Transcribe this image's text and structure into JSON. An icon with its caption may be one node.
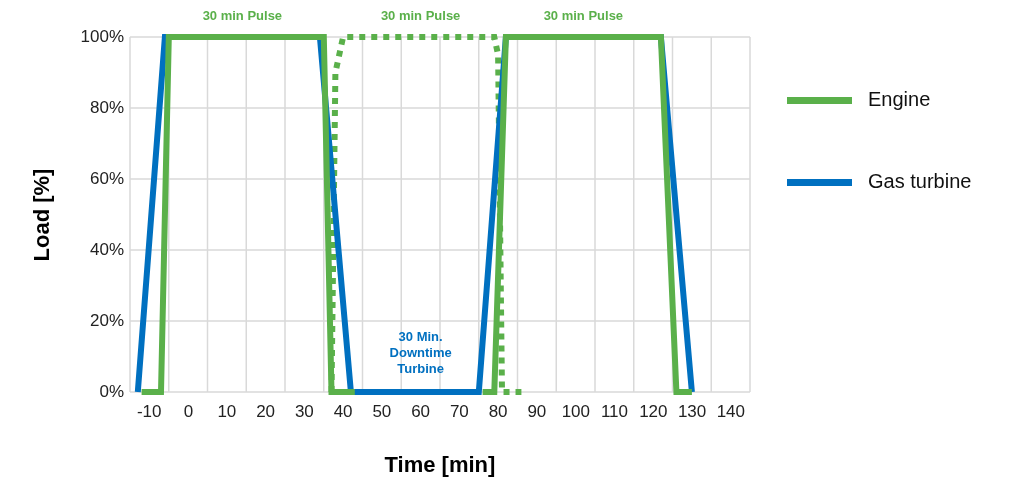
{
  "diagram": {
    "chart_data": {
      "type": "line",
      "xlabel": "Time [min]",
      "ylabel": "Load [%]",
      "grid": true,
      "legend": "right",
      "xlim": [
        -15,
        145
      ],
      "ylim": [
        0,
        100
      ],
      "xticks": [
        -10,
        0,
        10,
        20,
        30,
        40,
        50,
        60,
        70,
        80,
        90,
        100,
        110,
        120,
        130,
        140
      ],
      "yticks": [
        {
          "value": 0,
          "label": "0%"
        },
        {
          "value": 20,
          "label": "20%"
        },
        {
          "value": 40,
          "label": "40%"
        },
        {
          "value": 60,
          "label": "60%"
        },
        {
          "value": 80,
          "label": "80%"
        },
        {
          "value": 100,
          "label": "100%"
        }
      ],
      "series": [
        {
          "name": "Engine",
          "color": "#5ab04a",
          "x": [
            -12,
            -7,
            -5,
            35,
            37,
            43,
            null,
            76,
            79,
            82,
            122,
            126,
            130
          ],
          "values": [
            0,
            0,
            100,
            100,
            0,
            0,
            null,
            0,
            0,
            100,
            100,
            0,
            0
          ]
        },
        {
          "name": "Gas turbine",
          "color": "#0070c0",
          "x": [
            -13,
            -6,
            34,
            42,
            75,
            82,
            122,
            130
          ],
          "values": [
            0,
            100,
            100,
            0,
            0,
            100,
            100,
            0
          ]
        },
        {
          "name": null,
          "color": "#5ab04a",
          "line_style": "dotted",
          "x": [
            37,
            38,
            40,
            79,
            80,
            81,
            86
          ],
          "values": [
            0,
            90,
            100,
            100,
            95,
            0,
            0
          ]
        }
      ],
      "annotations": [
        "30 min Pulse",
        "30 min Pulse",
        "30 min Pulse",
        "30 Min. Downtime Turbine"
      ]
    }
  }
}
